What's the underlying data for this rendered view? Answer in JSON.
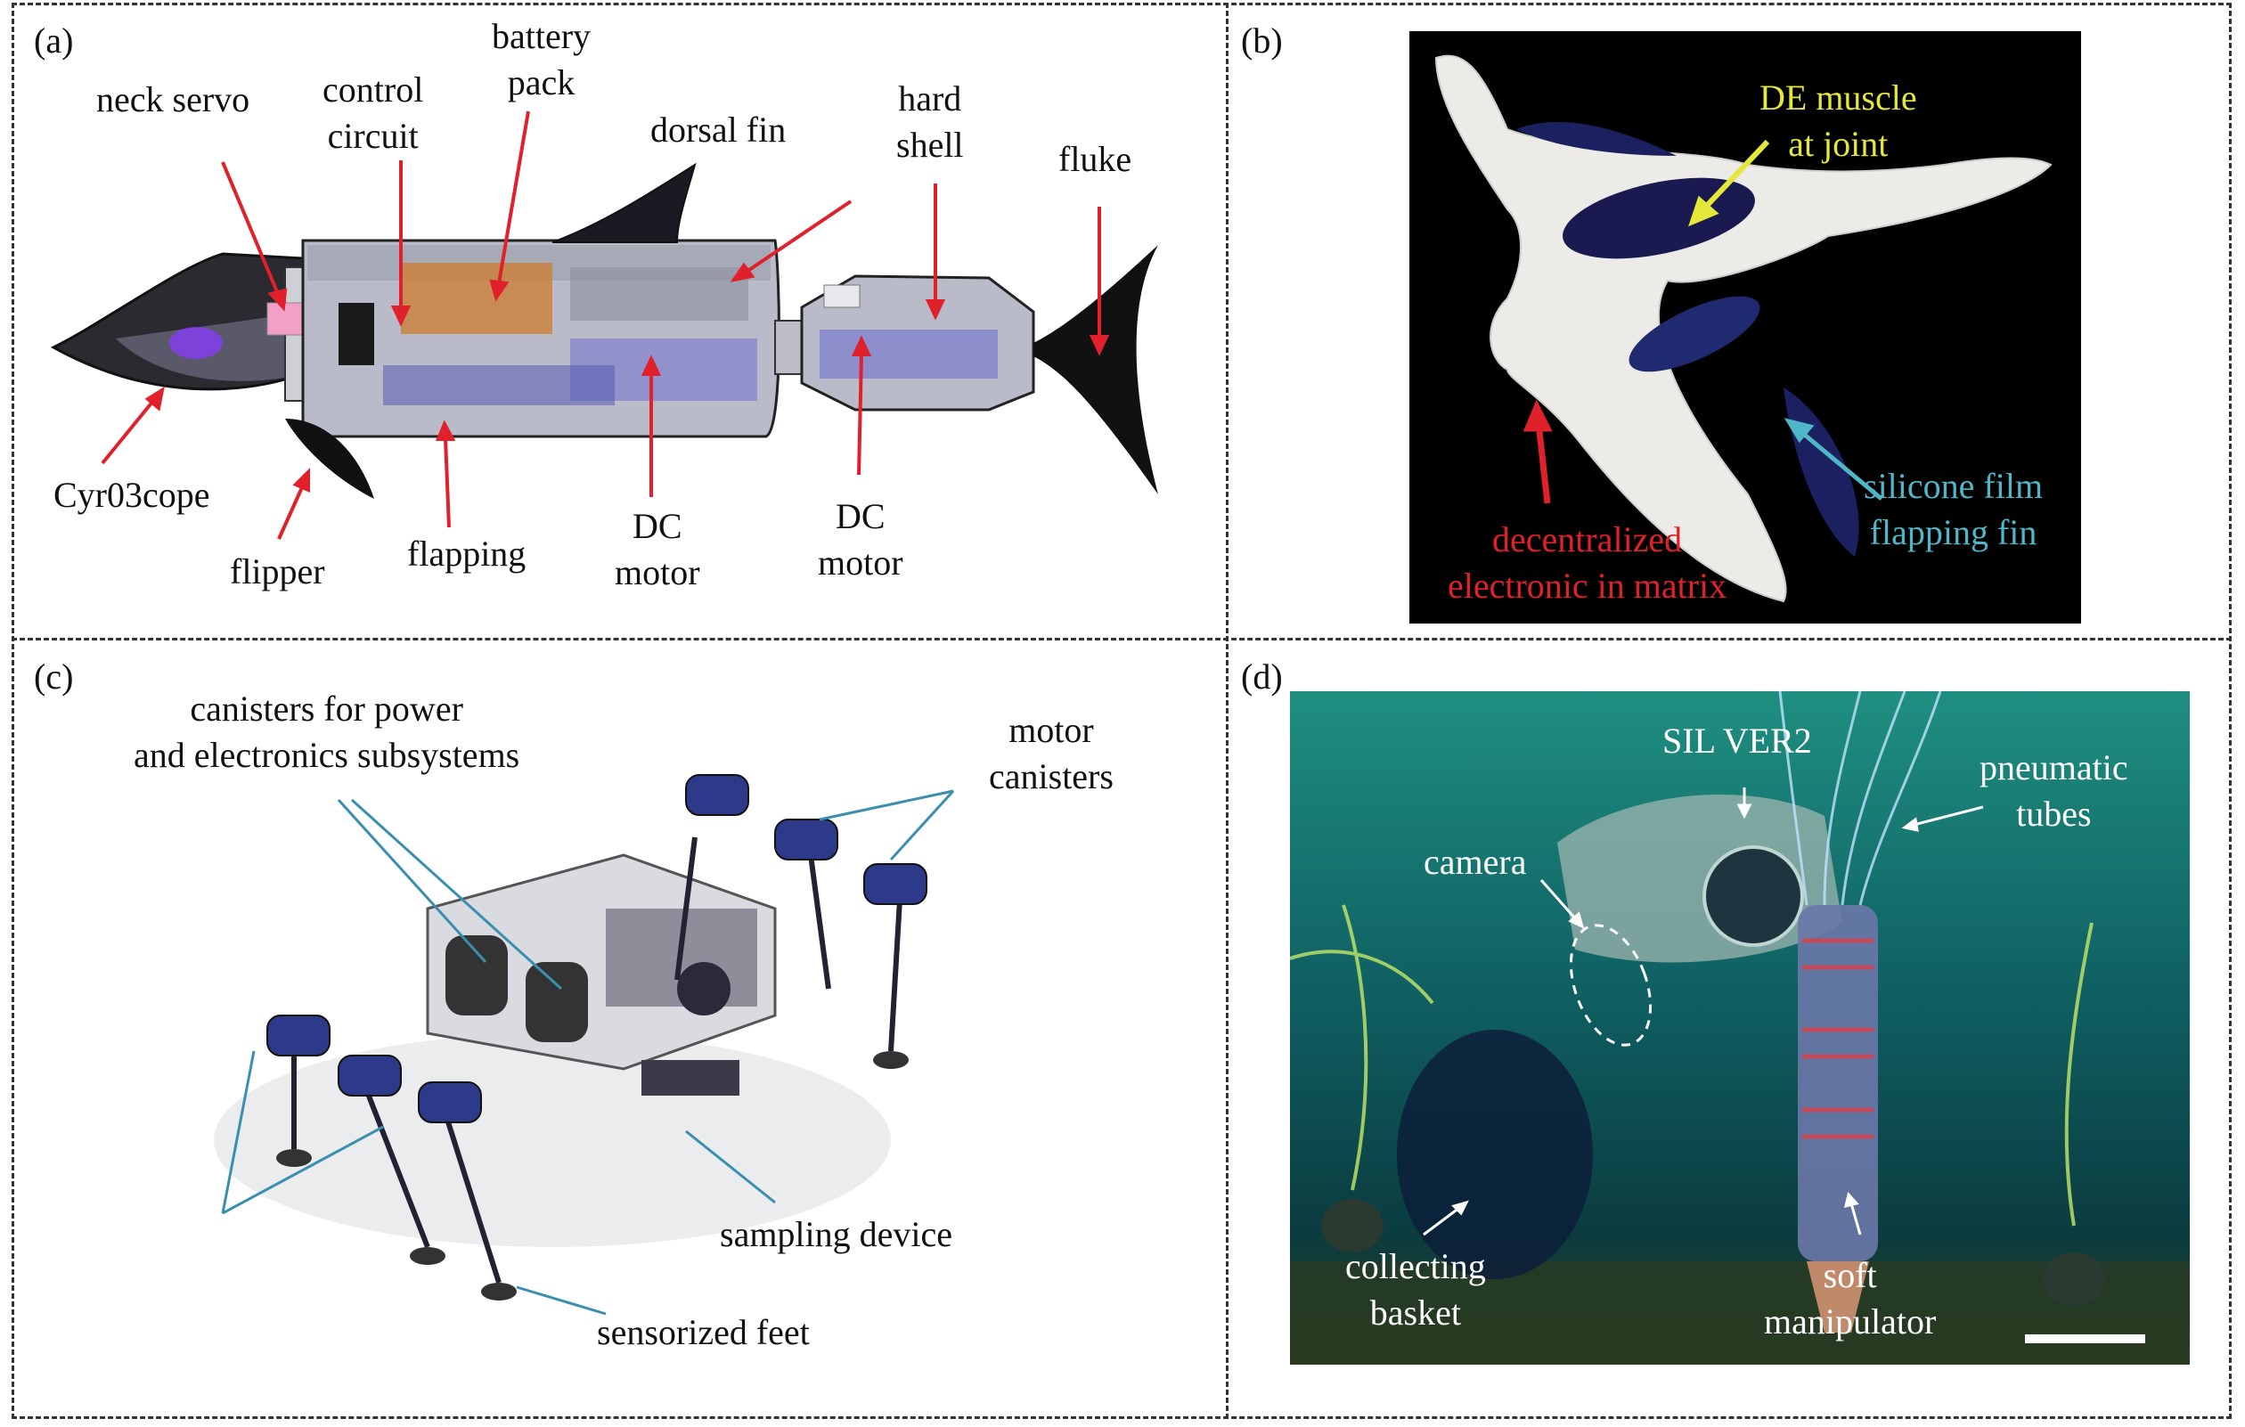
{
  "panels": {
    "a": {
      "tag": "(a)",
      "labels": {
        "neck_servo": "neck servo",
        "control_circuit": [
          "control",
          "circuit"
        ],
        "battery_pack": [
          "battery",
          "pack"
        ],
        "dorsal_fin": "dorsal fin",
        "hard_shell": [
          "hard",
          "shell"
        ],
        "fluke": "fluke",
        "cyr03cope": "Cyr03cope",
        "flipper": "flipper",
        "flapping": "flapping",
        "dc_motor_1": [
          "DC",
          "motor"
        ],
        "dc_motor_2": [
          "DC",
          "motor"
        ]
      }
    },
    "b": {
      "tag": "(b)",
      "labels": {
        "de_muscle": [
          "DE muscle",
          "at joint"
        ],
        "silicone_film": [
          "silicone film",
          "flapping fin"
        ],
        "decentralized": [
          "decentralized",
          "electronic in matrix"
        ]
      },
      "colors": {
        "de_muscle": "#e4e83a",
        "silicone_film": "#4fb6c8",
        "decentralized": "#e0202a",
        "background": "#000000"
      }
    },
    "c": {
      "tag": "(c)",
      "labels": {
        "canisters": [
          "canisters for power",
          "and electronics subsystems"
        ],
        "motor_canisters": [
          "motor",
          "canisters"
        ],
        "sampling_device": "sampling device",
        "sensorized_feet": "sensorized feet"
      }
    },
    "d": {
      "tag": "(d)",
      "labels": {
        "silver2": "SIL VER2",
        "pneumatic_tubes": [
          "pneumatic",
          "tubes"
        ],
        "camera": "camera",
        "collecting_basket": [
          "collecting",
          "basket"
        ],
        "soft_manipulator": [
          "soft",
          "manipulator"
        ]
      }
    }
  },
  "colors": {
    "arrow_red": "#e0202a",
    "arrow_blue": "#3a8fb0",
    "border": "#333333"
  }
}
